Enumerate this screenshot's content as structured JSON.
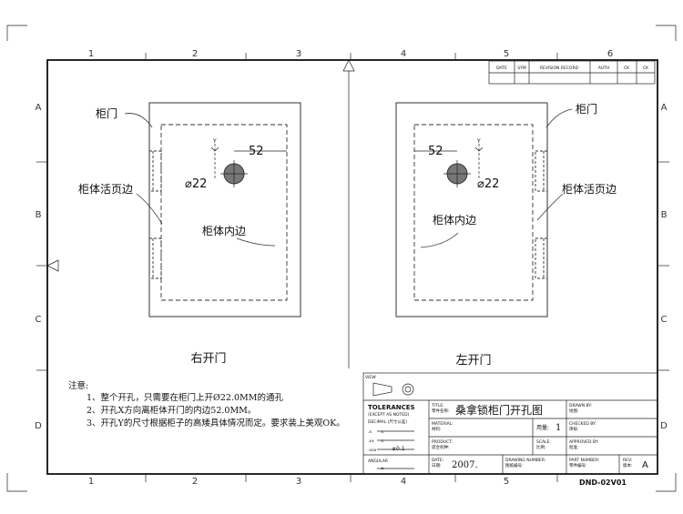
{
  "grid": {
    "columns": [
      "1",
      "2",
      "3",
      "4",
      "5",
      "6"
    ],
    "rows": [
      "A",
      "B",
      "C",
      "D"
    ]
  },
  "revision_table": {
    "headers": [
      "DATE",
      "SYM",
      "REVISION RECORD",
      "AUTH",
      "CK",
      "CK"
    ]
  },
  "right_door": {
    "caption": "右开门",
    "door_label": "柜门",
    "hinge_label": "柜体活页边",
    "inner_label": "柜体内边",
    "dim_distance": "52",
    "dim_diameter": "⌀22",
    "dim_y": "Y"
  },
  "left_door": {
    "caption": "左开门",
    "door_label": "柜门",
    "hinge_label": "柜体活页边",
    "inner_label": "柜体内边",
    "dim_distance": "52",
    "dim_diameter": "⌀22",
    "dim_y": "Y"
  },
  "notes": {
    "heading": "注意:",
    "items": [
      "1、整个开孔，只需要在柜门上开Ø22.0MM的通孔",
      "2、开孔X方向离柜体开门的内边52.0MM。",
      "3、开孔Y的尺寸根据柜子的高矮具体情况而定。要求装上美观OK。"
    ]
  },
  "title_block": {
    "view_label": "VIEW",
    "tolerances": "TOLERANCES",
    "except_as_noted": "(EXCEPT AS NOTED)",
    "decimal": "DECIMAL (尺寸公差)",
    "tol_x": "± ",
    "tol_xx": "± ",
    "tol_xxx": "±0.1",
    "angular": "ANGULAR",
    "angular_tol": "± ",
    "title_label": "TITLE:",
    "title_sub": "零件名称:",
    "title_value": "桑拿锁柜门开孔图",
    "drawn_by_label": "DRAWN BY:",
    "drawn_by_sub": "绘图:",
    "material_label": "MATERIAL:",
    "material_sub": "材料:",
    "qty_label": "用量:",
    "qty_value": "1",
    "checked_by_label": "CHECKED BY:",
    "checked_by_sub": "审核:",
    "product_label": "PRODUCT:",
    "product_sub": "适合机种:",
    "scale_label": "SCALE:",
    "scale_sub": "比例:",
    "approved_by_label": "APPROVED BY:",
    "approved_by_sub": "批准:",
    "date_label": "DATE:",
    "date_sub": "日期:",
    "date_value": "2007.",
    "drawing_number_label": "DRAWING NUMBER:",
    "drawing_number_sub": "图纸编号:",
    "part_number_label": "PART NUMBER:",
    "part_number_sub": "零件编号:",
    "rev_label": "REV:",
    "rev_sub": "版本:",
    "rev_value": "A",
    "doc_code": "DND-02V01"
  }
}
